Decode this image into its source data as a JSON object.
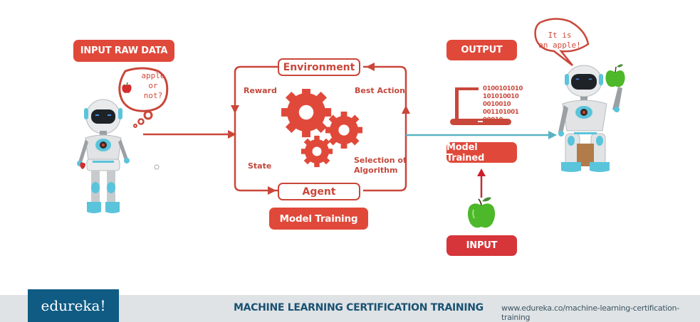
{
  "colors": {
    "accent_red": "#e0493a",
    "line_red": "#c9473a",
    "teal_arrow": "#5ab3c3",
    "footer_bg": "#dfe3e6",
    "logo_bg": "#0f5b84",
    "footer_text": "#1a5272"
  },
  "input_section": {
    "label": "INPUT RAW DATA",
    "thought_bubble": [
      "apple",
      "or",
      "not?"
    ]
  },
  "training_loop": {
    "environment": "Environment",
    "agent": "Agent",
    "reward": "Reward",
    "best_action": "Best Action",
    "state": "State",
    "selection": [
      "Selection of",
      "Algorithm"
    ],
    "caption": "Model Training"
  },
  "output_section": {
    "label": "OUTPUT",
    "binary_lines": [
      "0100101010",
      "101010010",
      "0010010",
      "001101001",
      "00010"
    ],
    "model_trained": "Model Trained",
    "input_label": "INPUT",
    "speech_bubble": [
      "It is",
      "an apple!"
    ]
  },
  "footer": {
    "logo": "edureka!",
    "title": "MACHINE LEARNING CERTIFICATION TRAINING",
    "url": "www.edureka.co/machine-learning-certification-training"
  }
}
